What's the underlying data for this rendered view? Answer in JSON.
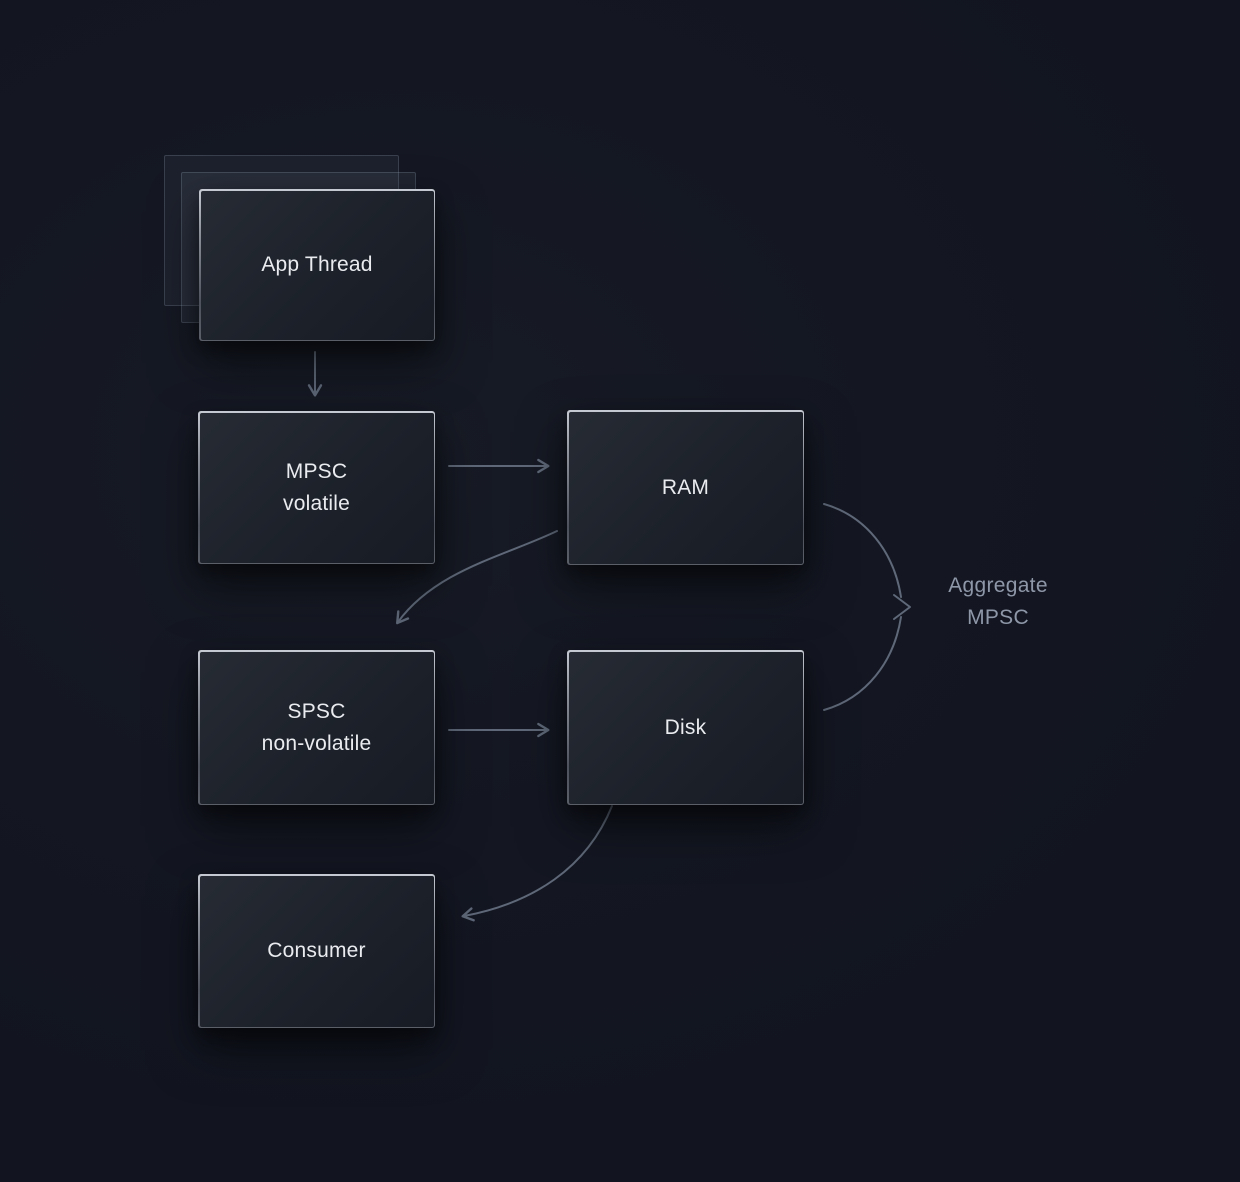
{
  "diagram": {
    "nodes": {
      "app_thread": {
        "label": "App Thread"
      },
      "mpsc": {
        "line1": "MPSC",
        "line2": "volatile"
      },
      "ram": {
        "label": "RAM"
      },
      "spsc": {
        "line1": "SPSC",
        "line2": "non-volatile"
      },
      "disk": {
        "label": "Disk"
      },
      "consumer": {
        "label": "Consumer"
      },
      "aggregate": {
        "line1": "Aggregate",
        "line2": "MPSC"
      }
    },
    "edges": [
      {
        "from": "app_thread",
        "to": "mpsc"
      },
      {
        "from": "mpsc",
        "to": "ram"
      },
      {
        "from": "ram",
        "to": "spsc"
      },
      {
        "from": "spsc",
        "to": "disk"
      },
      {
        "from": "disk",
        "to": "consumer"
      },
      {
        "from": "ram",
        "to": "aggregate"
      },
      {
        "from": "disk",
        "to": "aggregate"
      }
    ],
    "colors": {
      "background": "#141722",
      "arrow": "#5e6878",
      "node_text": "#e9ebef",
      "aggregate_text": "#8e97a8"
    }
  }
}
